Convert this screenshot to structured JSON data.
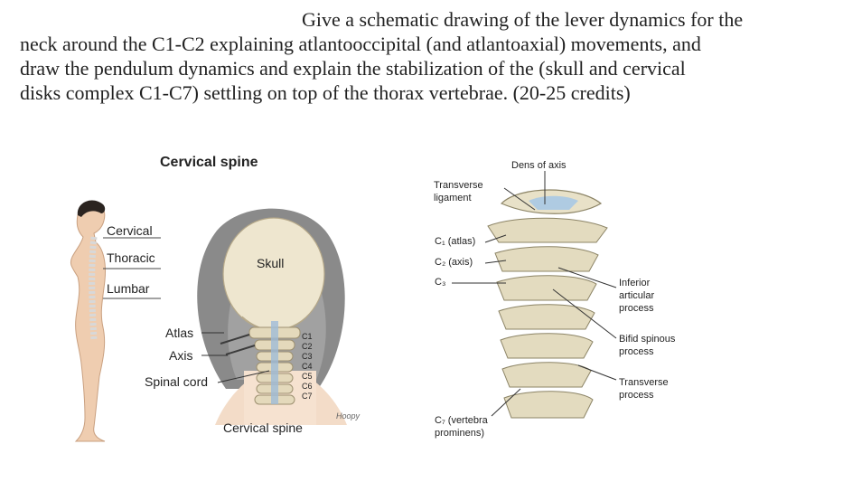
{
  "question": {
    "line1": "Give a schematic drawing of the lever dynamics for the",
    "line2": "neck around the C1-C2 explaining atlantooccipital (and atlantoaxial) movements, and",
    "line3": "draw the pendulum dynamics and explain the stabilization of the  (skull and cervical",
    "line4": "disks complex C1-C7) settling on top of the thorax vertebrae. (20-25 credits)"
  },
  "left_figure": {
    "title": "Cervical spine",
    "regions": [
      "Cervical",
      "Thoracic",
      "Lumbar"
    ],
    "skull": "Skull",
    "atlas": "Atlas",
    "axis": "Axis",
    "spinal_cord": "Spinal cord",
    "vertebrae": [
      "C1",
      "C2",
      "C3",
      "C4",
      "C5",
      "C6",
      "C7"
    ],
    "caption": "Cervical spine",
    "signature": "Hoopy"
  },
  "right_figure": {
    "dens": "Dens of axis",
    "transverse_ligament": [
      "Transverse",
      "ligament"
    ],
    "c1": "C₁ (atlas)",
    "c2": "C₂ (axis)",
    "c3": "C₃",
    "c7": [
      "C₇ (vertebra",
      "prominens)"
    ],
    "inferior": [
      "Inferior",
      "articular",
      "process"
    ],
    "bifid": [
      "Bifid spinous",
      "process"
    ],
    "transverse_process": [
      "Transverse",
      "process"
    ]
  }
}
